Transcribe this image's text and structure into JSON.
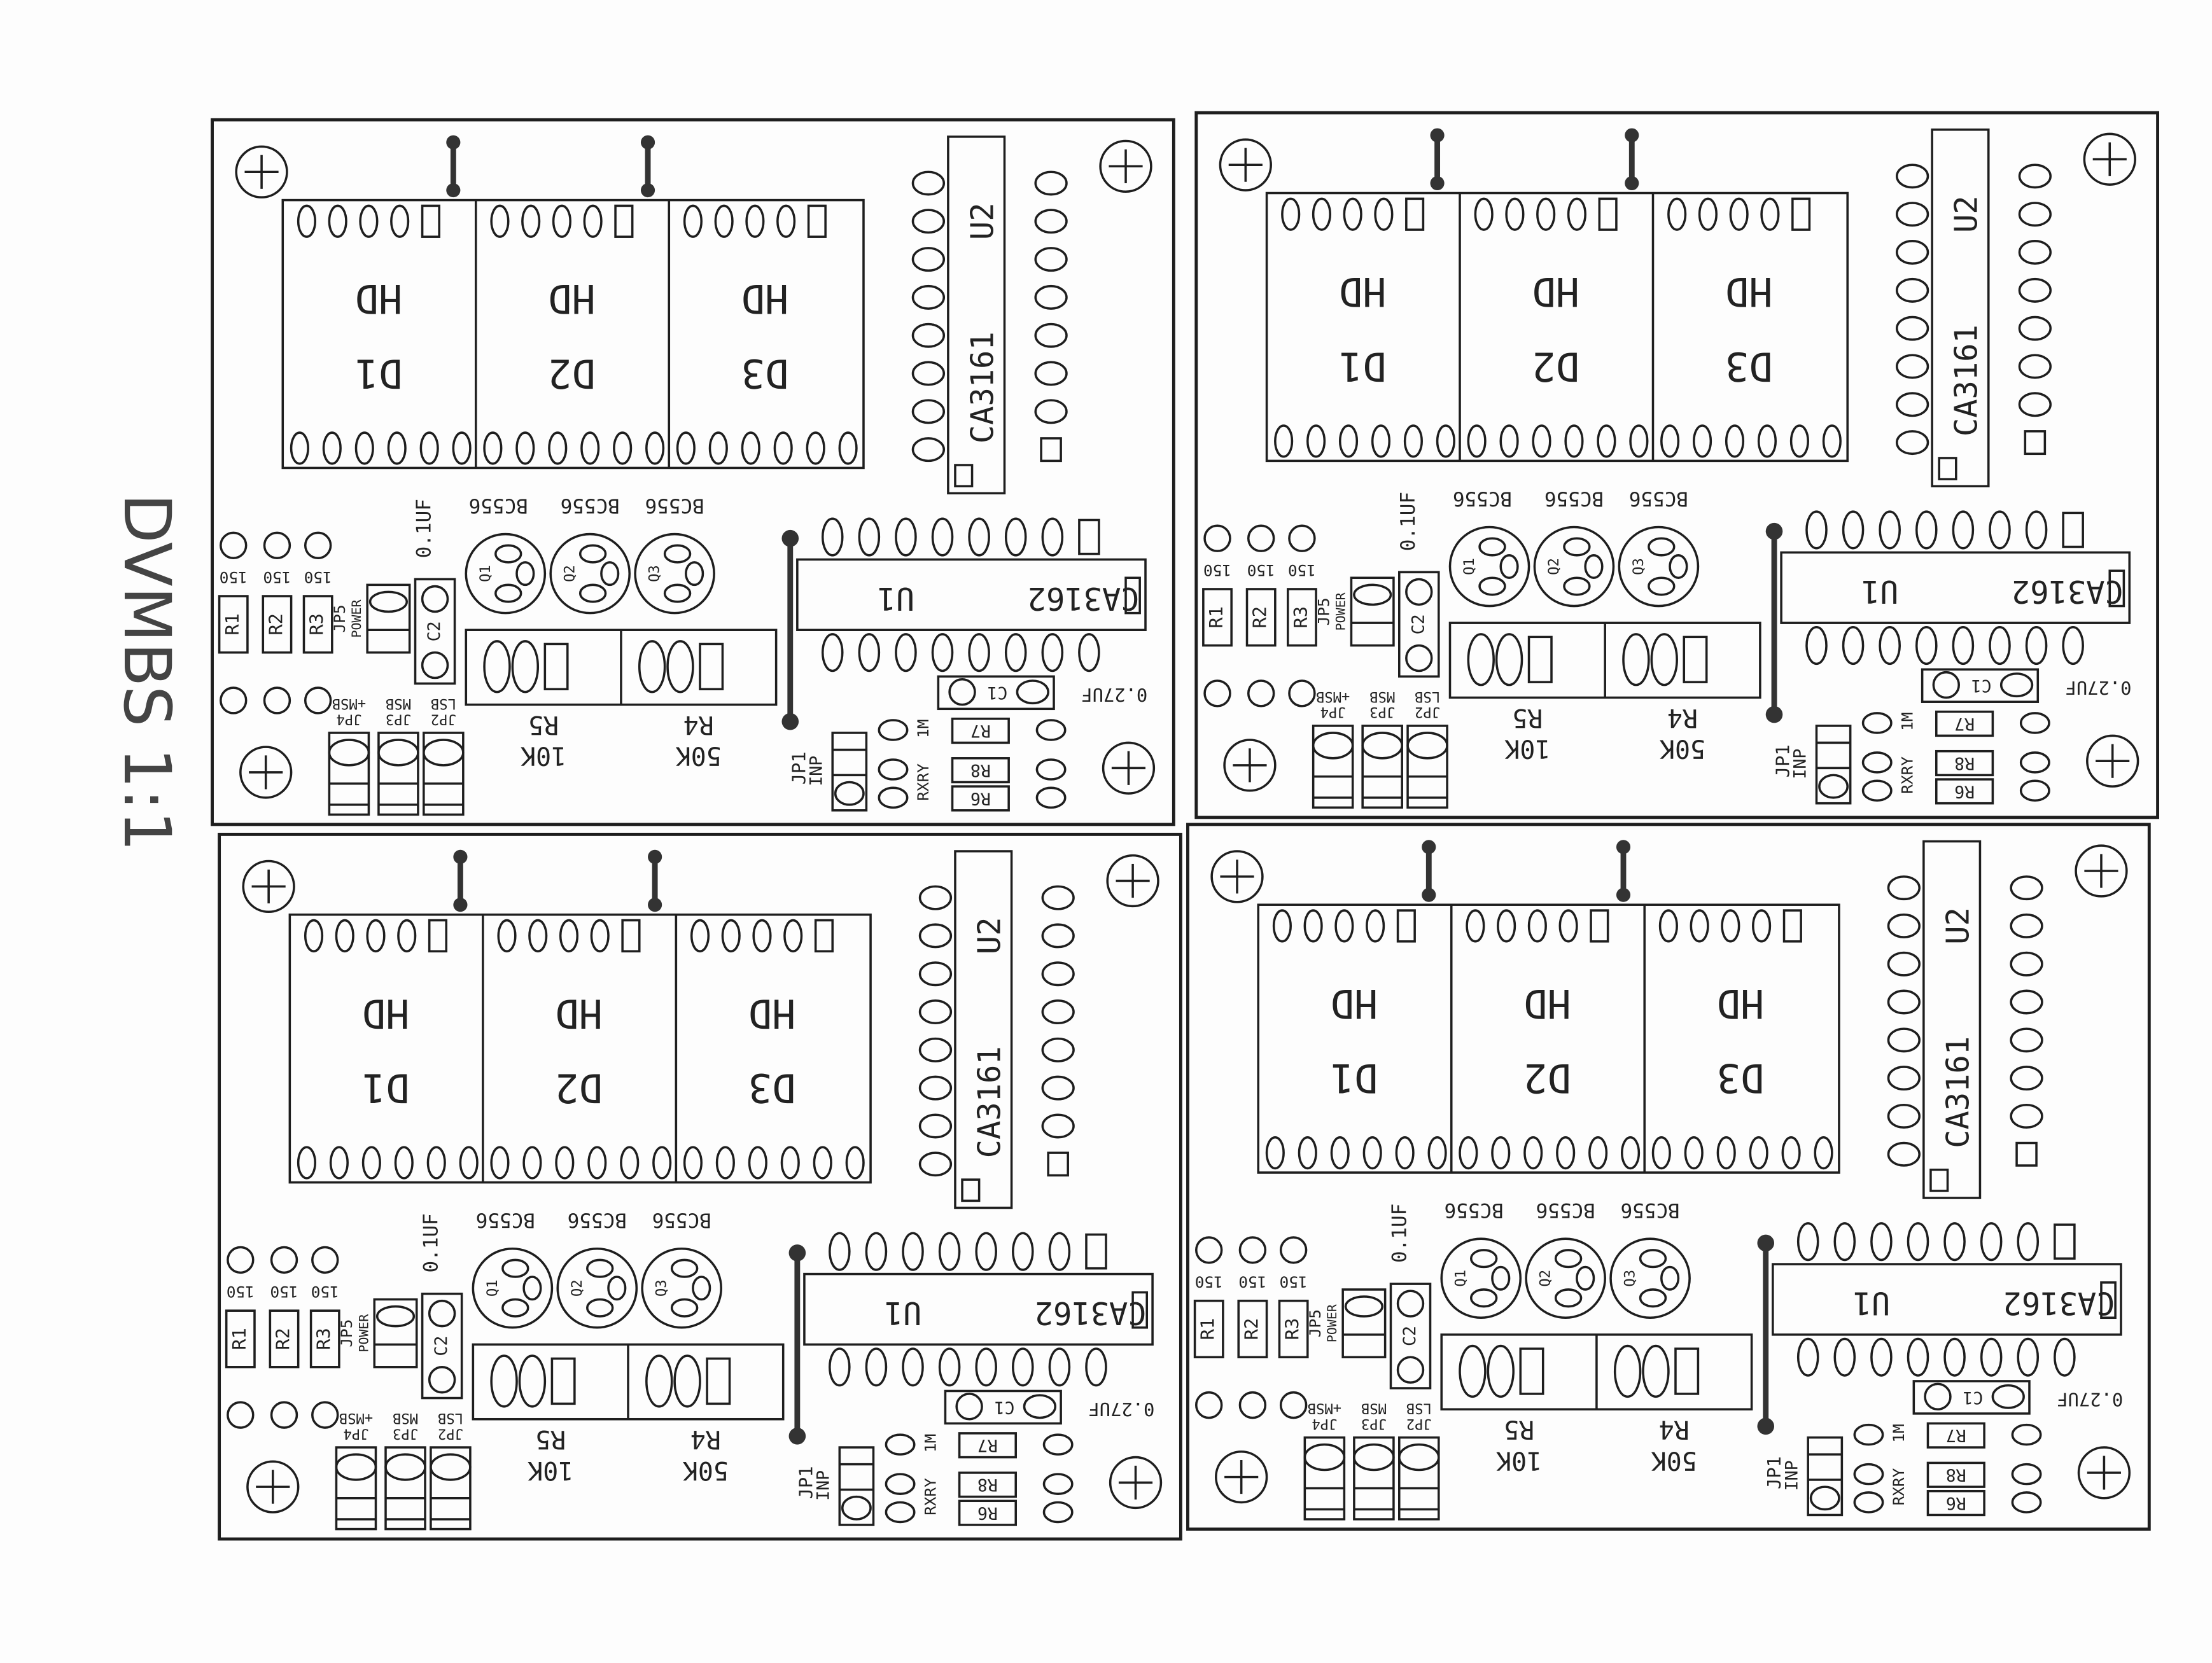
{
  "sheet": {
    "title": "DVMBS 1:1"
  },
  "board": {
    "display_code": "HD",
    "digits": [
      "D1",
      "D2",
      "D3"
    ],
    "u2_ref": "U2",
    "u2_part": "CA3161",
    "u1_ref": "U1",
    "u1_part": "CA3162",
    "transistors": [
      {
        "ref": "Q1",
        "part": "BC556"
      },
      {
        "ref": "Q2",
        "part": "BC556"
      },
      {
        "ref": "Q3",
        "part": "BC556"
      }
    ],
    "c2_ref": "C2",
    "c2_value": "0.1UF",
    "c1_ref": "C1",
    "c1_value": "0.27UF",
    "r5_ref": "R5",
    "r5_value": "10K",
    "r4_ref": "R4",
    "r4_value": "50K",
    "resistors": [
      {
        "ref": "R1",
        "value": "150"
      },
      {
        "ref": "R2",
        "value": "150"
      },
      {
        "ref": "R3",
        "value": "150"
      }
    ],
    "jp5_ref": "JP5",
    "jp5_label": "POWER",
    "jumpers": [
      {
        "ref": "JP2",
        "label": "LSB"
      },
      {
        "ref": "JP3",
        "label": "MSB"
      },
      {
        "ref": "JP4",
        "label": "+MSB"
      }
    ],
    "jp1_ref": "JP1",
    "jp1_label": "INP",
    "r7_ref": "R7",
    "r7_value": "1M",
    "r8_ref": "R8",
    "r6_ref": "R6",
    "r6_value": "RXRY"
  }
}
